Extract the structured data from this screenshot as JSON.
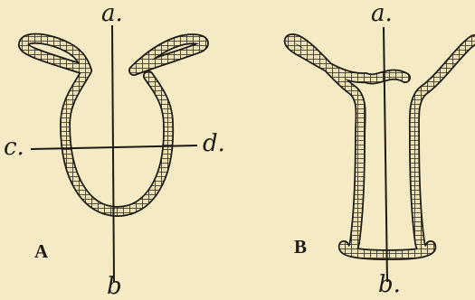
{
  "figure_a": {
    "panel_label": "A",
    "axis_top": "a.",
    "axis_bottom": "b",
    "axis_left": "c.",
    "axis_right": "d."
  },
  "figure_b": {
    "panel_label": "B",
    "axis_top": "a.",
    "axis_bottom": "b."
  },
  "colors": {
    "background": "#f4ebc4",
    "ink": "#1e1a14",
    "cell_fill": "#ece2b6"
  }
}
